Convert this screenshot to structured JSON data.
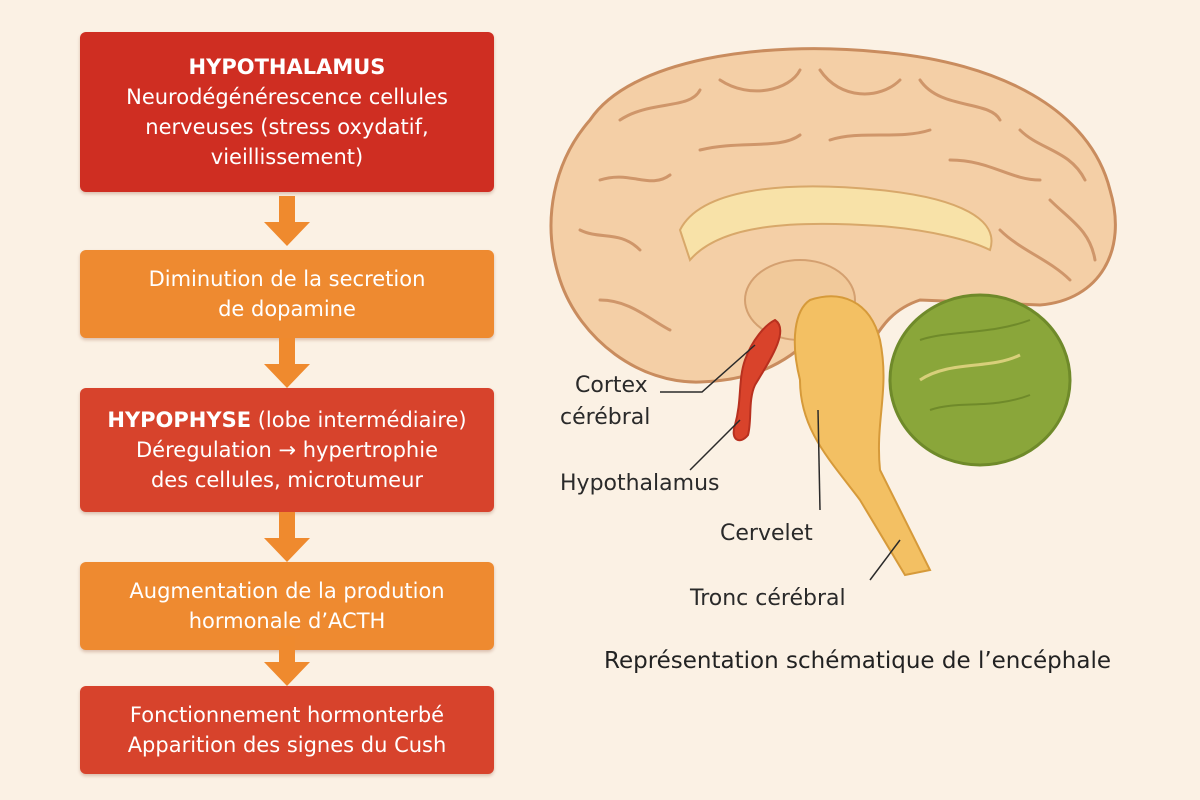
{
  "flow": {
    "box1": {
      "title": "HYPOTHALAMUS",
      "lines": [
        "Neurodégénérescence cellules",
        "nerveuses (stress oxydatif,",
        "vieillissement)"
      ]
    },
    "box2": {
      "lines": [
        "Diminution de la secretion",
        "de dopamine"
      ]
    },
    "box3": {
      "title": "HYPOPHYSE",
      "title_suffix": " (lobe intermédiaire)",
      "lines": [
        "Déregulation → hypertrophie",
        "des cellules, microtumeur"
      ]
    },
    "box4": {
      "lines": [
        "Augmentation de la prodution",
        "hormonale d’ACTH"
      ]
    },
    "box5": {
      "lines": [
        "Fonctionnement hormonterbé",
        "Apparition des signes du Cush"
      ]
    }
  },
  "diagram": {
    "labels": {
      "cortex_line1": "Cortex",
      "cortex_line2": "cérébral",
      "hypothalamus": "Hypothalamus",
      "cervelet": "Cervelet",
      "tronc": "Tronc cérébral"
    },
    "caption": "Représentation schématique de l’encéphale"
  },
  "colors": {
    "dark_red": "#cf2e22",
    "red": "#d7432c",
    "orange": "#ee8a30",
    "arrow": "#ef8a2e",
    "background": "#fbf1e4",
    "cerebrum": "#f4cfa6",
    "cerebellum": "#8aa63a",
    "brainstem": "#f3c063",
    "hypothalamus": "#d9432b"
  }
}
